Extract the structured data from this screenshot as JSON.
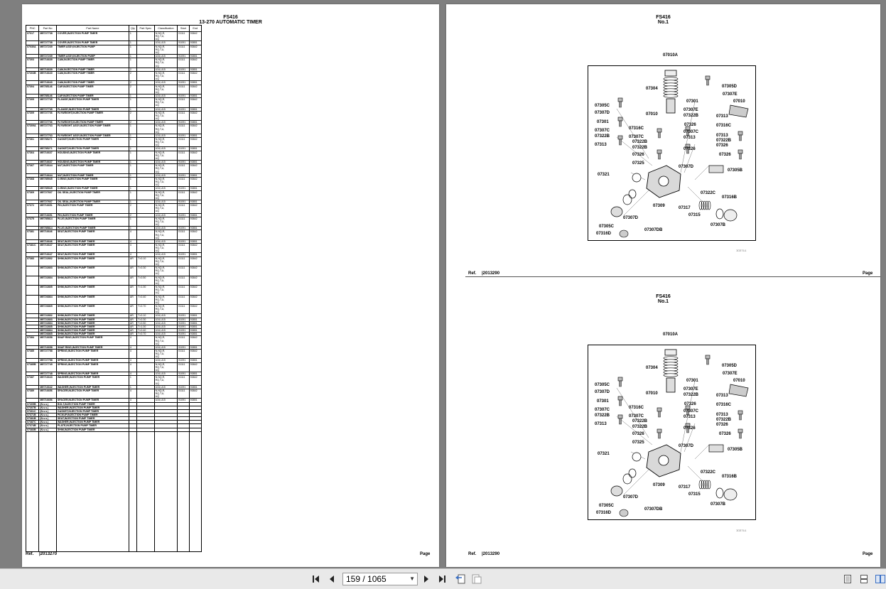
{
  "left_page": {
    "model": "FS416",
    "title": "13-270 AUTOMATIC TIMER",
    "footer_ref_label": "Ref.",
    "footer_ref": "|2013270",
    "footer_page_label": "Page",
    "table": {
      "headers": [
        "PNC",
        "Part No",
        "Part Name",
        "Qty",
        "Part Spec",
        "Classification",
        "Start",
        "End"
      ],
      "rows": [
        [
          "07017",
          "ME727738",
          "COVER,INJECTION PUMP TIMER",
          "1",
          "",
          "N,NQ,R,\nRQ,T,U,\nUQ",
          "01111",
          "93842"
        ],
        [
          "",
          "ME727738",
          "COVER,INJECTION PUMP TIMER",
          "1",
          "",
          "U34,U15",
          "91091",
          "93851"
        ],
        [
          "07030A",
          "ME727239",
          "TIMER ASSY,INJECTION PUMP",
          "1",
          "",
          "N,NQ,R,\nRQ,T,U,\nUQ",
          "01111",
          "93842"
        ],
        [
          "",
          "ME727239",
          "TIMER ASSY,INJECTION PUMP",
          "1",
          "",
          "U34,U15",
          "91091",
          "93851"
        ],
        [
          "07303",
          "ME716639",
          "CAM,INJECTION PUMP TIMER",
          "1",
          "",
          "N,NQ,R,\nRQ,T,U,\nUQ",
          "01111",
          "93842"
        ],
        [
          "",
          "ME716639",
          "CAM,INJECTION PUMP TIMER",
          "2",
          "",
          "U34,U15",
          "91091",
          "93851"
        ],
        [
          "07303B",
          "ME716640",
          "CAM,INJECTION PUMP TIMER",
          "2",
          "",
          "N,NQ,R,\nRQ,T,U,\nUQ",
          "01111",
          "93842"
        ],
        [
          "",
          "ME716640",
          "CAM,INJECTION PUMP TIMER",
          "2",
          "",
          "U34,U15",
          "91091",
          "93851"
        ],
        [
          "07304",
          "ME785146",
          "CAP,INJECTION PUMP TIMER",
          "2",
          "",
          "N,NQ,R,\nRQ,T,U,\nUQ",
          "01111",
          "93842"
        ],
        [
          "",
          "ME785146",
          "CAP,INJECTION PUMP TIMER",
          "1",
          "",
          "U34,U15",
          "91091",
          "93851"
        ],
        [
          "07305",
          "ME727735",
          "FLANGE,INJECTION PUMP TIMER",
          "1",
          "",
          "N,NQ,R,\nRQ,T,U,\nUQ",
          "01111",
          "93842"
        ],
        [
          "",
          "ME727735",
          "FLANGE,INJECTION PUMP TIMER",
          "1",
          "",
          "U34,U15",
          "91091",
          "93851"
        ],
        [
          "07309",
          "ME727736",
          "FLYWEIGHT,INJECTION PUMP TIMER",
          "2",
          "",
          "N,NQ,R,\nRQ,T,U,\nUQ",
          "01111",
          "93842"
        ],
        [
          "",
          "ME727736",
          "FLYWEIGHT,INJECTION PUMP TIMER",
          "2",
          "",
          "U34,U15",
          "91091",
          "93851"
        ],
        [
          "07309A",
          "ME727763",
          "FLYWEIGHT ASSY,INJECTION PUMP TIMER",
          "1",
          "",
          "N,NQ,R,\nRQ,T,U,\nUQ",
          "01111",
          "93842"
        ],
        [
          "",
          "ME727763",
          "FLYWEIGHT ASSY,INJECTION PUMP TIMER",
          "1",
          "",
          "U34,U15",
          "91091",
          "93851"
        ],
        [
          "07361",
          "ME785271",
          "GASKET,INJECTION PUMP TIMER",
          "1",
          "",
          "N,NQ,R,\nRQ,T,U,\nUQ",
          "01111",
          "93842"
        ],
        [
          "",
          "ME785271",
          "GASKET,INJECTION PUMP TIMER",
          "1",
          "",
          "U34,U15",
          "91091",
          "93851"
        ],
        [
          "07364",
          "ME716637",
          "HOUSING,INJECTION PUMP TIMER",
          "1",
          "",
          "N,NQ,R,\nRQ,T,U,\nUQ",
          "01111",
          "93842"
        ],
        [
          "",
          "ME716637",
          "HOUSING,INJECTION PUMP TIMER",
          "1",
          "",
          "U34,U15",
          "91091",
          "93851"
        ],
        [
          "07367",
          "ME716644",
          "NUT,INJECTION PUMP TIMER",
          "1",
          "",
          "N,NQ,R,\nRQ,T,U,\nUQ",
          "01111",
          "93842"
        ],
        [
          "",
          "ME716644",
          "NUT,INJECTION PUMP TIMER",
          "1",
          "",
          "U34,U15",
          "91091",
          "93851"
        ],
        [
          "07368",
          "ME785945",
          "O-RING,INJECTION PUMP TIMER",
          "1",
          "",
          "N,NQ,R,\nRQ,T,U,\nUQ",
          "01111",
          "93842"
        ],
        [
          "",
          "ME785945",
          "O-RING,INJECTION PUMP TIMER",
          "1",
          "",
          "U34,U15",
          "91091",
          "93851"
        ],
        [
          "07369",
          "ME727667",
          "OIL SEAL,INJECTION PUMP TIMER",
          "1",
          "",
          "N,NQ,R,\nRQ,T,U,\nUQ",
          "01111",
          "93842"
        ],
        [
          "",
          "ME727667",
          "OIL SEAL,INJECTION PUMP TIMER",
          "1",
          "",
          "U34,U15",
          "91091",
          "93851"
        ],
        [
          "07372",
          "ME716651",
          "PIN,INJECTION PUMP TIMER",
          "2",
          "",
          "N,NQ,R,\nRQ,T,U,\nUQ",
          "01111",
          "93842"
        ],
        [
          "",
          "ME716651",
          "PIN,INJECTION PUMP TIMER",
          "2",
          "",
          "U34,U15",
          "91091",
          "93851"
        ],
        [
          "07375",
          "ME785814",
          "PLUG,INJECTION PUMP TIMER",
          "1",
          "",
          "N,NQ,R,\nRQ,T,U,\nUQ",
          "01111",
          "93842"
        ],
        [
          "",
          "ME785814",
          "PLUG,INJECTION PUMP TIMER",
          "1",
          "",
          "U34,U15",
          "91091",
          "93851"
        ],
        [
          "07381",
          "ME716646",
          "SEAT,INJECTION PUMP TIMER",
          "4",
          "",
          "N,NQ,R,\nRQ,T,U,\nUQ",
          "01111",
          "93842"
        ],
        [
          "",
          "ME716646",
          "SEAT,INJECTION PUMP TIMER",
          "4",
          "",
          "U34,U15",
          "91091",
          "93851"
        ],
        [
          "07381C",
          "ME716647",
          "SEAT,INJECTION PUMP TIMER",
          "4",
          "",
          "N,NQ,R,\nRQ,T,U,\nUQ",
          "01111",
          "93842"
        ],
        [
          "",
          "ME716647",
          "SEAT,INJECTION PUMP TIMER",
          "4",
          "",
          "U34,U15",
          "91091",
          "93851"
        ],
        [
          "07383",
          "ME722802",
          "SHIM,INJECTION PUMP TIMER",
          "AR",
          "T=0.10",
          "N,NQ,R,\nRQ,T,U,\nUQ",
          "01111",
          "93842"
        ],
        [
          "",
          "ME722803",
          "SHIM,INJECTION PUMP TIMER",
          "AR",
          "T=0.30",
          "N,NQ,R,\nRQ,T,U,\nUQ",
          "01111",
          "93842"
        ],
        [
          "",
          "ME722804",
          "SHIM,INJECTION PUMP TIMER",
          "AR",
          "T=0.50",
          "N,NQ,R,\nRQ,T,U,\nUQ",
          "01111",
          "93842"
        ],
        [
          "",
          "ME722805",
          "SHIM,INJECTION PUMP TIMER",
          "AR",
          "T=1.00",
          "N,NQ,R,\nRQ,T,U,\nUQ",
          "01111",
          "93842"
        ],
        [
          "",
          "ME726864",
          "SHIM,INJECTION PUMP TIMER",
          "AR",
          "T=0.40",
          "N,NQ,R,\nRQ,T,U,\nUQ",
          "01111",
          "93842"
        ],
        [
          "",
          "ME726865",
          "SHIM,INJECTION PUMP TIMER",
          "AR",
          "T=0.70",
          "N,NQ,R,\nRQ,T,U,\nUQ",
          "01111",
          "93842"
        ],
        [
          "",
          "ME722802",
          "SHIM,INJECTION PUMP TIMER",
          "AR",
          "T=0.10",
          "U34,U15",
          "91091",
          "93851"
        ],
        [
          "",
          "ME722803",
          "SHIM,INJECTION PUMP TIMER",
          "AR",
          "T=0.30",
          "U34,U15",
          "91091",
          "93851"
        ],
        [
          "",
          "ME722804",
          "SHIM,INJECTION PUMP TIMER",
          "AR",
          "T=0.50",
          "U34,U15",
          "91091",
          "93851"
        ],
        [
          "",
          "ME722805",
          "SHIM,INJECTION PUMP TIMER",
          "AR",
          "T=1.00",
          "U34,U15",
          "91091",
          "93851"
        ],
        [
          "",
          "ME726864",
          "SHIM,INJECTION PUMP TIMER",
          "AR",
          "T=0.40",
          "U34,U15",
          "91091",
          "93851"
        ],
        [
          "",
          "ME726865",
          "SHIM,INJECTION PUMP TIMER",
          "AR",
          "T=0.70",
          "U34,U15",
          "91091",
          "93851"
        ],
        [
          "07384",
          "ME716658",
          "SNAP RING,INJECTION PUMP TIMER",
          "4",
          "",
          "N,NQ,R,\nRQ,T,U,\nUQ",
          "01111",
          "93842"
        ],
        [
          "",
          "ME716658",
          "SNAP RING,INJECTION PUMP TIMER",
          "4",
          "",
          "U34,U15",
          "91091",
          "93851"
        ],
        [
          "07385",
          "ME727758",
          "SPRING,INJECTION PUMP TIMER",
          "4",
          "",
          "N,NQ,R,\nRQ,T,U,\nUQ",
          "01111",
          "93842"
        ],
        [
          "",
          "ME727758",
          "SPRING,INJECTION PUMP TIMER",
          "4",
          "",
          "U34,U15",
          "91091",
          "93851"
        ],
        [
          "07385B",
          "ME727749",
          "SPRING,INJECTION PUMP TIMER",
          "4",
          "",
          "N,NQ,R,\nRQ,T,U,\nUQ",
          "01111",
          "93842"
        ],
        [
          "",
          "ME727748",
          "SPRING,INJECTION PUMP TIMER",
          "4",
          "",
          "U34,U15",
          "91091",
          "93851"
        ],
        [
          "07387",
          "ME716643",
          "WASHER,INJECTION PUMP TIMER",
          "1",
          "",
          "N,NQ,R,\nRQ,T,U,\nUQ",
          "01111",
          "93842"
        ],
        [
          "",
          "ME716642",
          "WASHER,INJECTION PUMP TIMER",
          "1",
          "",
          "U34,U15",
          "91091",
          "93851"
        ],
        [
          "07389",
          "ME716656",
          "SPACER,INJECTION PUMP TIMER",
          "4",
          "",
          "N,NQ,R,\nRQ,T,U,\nUQ",
          "01111",
          "93842"
        ],
        [
          "",
          "ME716656",
          "SPACER,INJECTION PUMP TIMER",
          "4",
          "",
          "U34,U15",
          "91091",
          "93851"
        ],
        [
          "07305B",
          "(N.s.s.)",
          "BOLT,INJECTION PUMP TIMER",
          "",
          "",
          "",
          "",
          ""
        ],
        [
          "07307B",
          "(N.s.s.)",
          "WASHER,INJECTION PUMP TIMER",
          "",
          "",
          "",
          "",
          ""
        ],
        [
          "07301C",
          "(N.s.s.)",
          "GASKET,INJECTION PUMP TIMER",
          "",
          "",
          "",
          "",
          ""
        ],
        [
          "07371B",
          "(N.s.s.)",
          "PICKUP,INJECTION PUMP TIMER",
          "",
          "",
          "",
          "",
          ""
        ],
        [
          "07381B",
          "(N.s.s.)",
          "SEAT,INJECTION PUMP TIMER",
          "",
          "",
          "",
          "",
          ""
        ],
        [
          "07387C",
          "(N.s.s.)",
          "WASHER,INJECTION PUMP TIMER",
          "",
          "",
          "",
          "",
          ""
        ],
        [
          "07374B",
          "(N.s.s.)",
          "PLATE,INJECTION PUMP TIMER",
          "",
          "",
          "",
          "",
          ""
        ],
        [
          "07383B",
          "(N.s.s.)",
          "SHIM,INJECTION PUMP TIMER",
          "",
          "",
          "",
          "",
          ""
        ]
      ]
    }
  },
  "right_page": {
    "sheets": [
      {
        "model": "FS416",
        "sub": "No.1",
        "footer_ref_label": "Ref.",
        "footer_ref": "|2013290",
        "footer_page_label": "Page",
        "fig_id": "ICE711"
      },
      {
        "model": "FS416",
        "sub": "No.1",
        "footer_ref_label": "Ref.",
        "footer_ref": "|2013290",
        "footer_page_label": "Page",
        "fig_id": "ICE711"
      }
    ],
    "callout_above": "07010A",
    "callouts": [
      "07304",
      "07305D",
      "07307E",
      "07301",
      "07010",
      "07305C",
      "07307E",
      "07307D",
      "07322B",
      "07313",
      "07010",
      "07301",
      "07326",
      "07316C",
      "07316C",
      "07307C",
      "07307C",
      "07307C",
      "07313",
      "07313",
      "07322B",
      "07322B",
      "07322B",
      "07313",
      "07326",
      "07322B",
      "07326",
      "07326",
      "07326",
      "07325",
      "07307D",
      "07305B",
      "07321",
      "07322C",
      "07316B",
      "07309",
      "07317",
      "07315",
      "07307D",
      "07307B",
      "07305C",
      "07316D",
      "07307DB"
    ]
  },
  "toolbar": {
    "page_value": "159 / 1065",
    "first_icon": "first-page-icon",
    "prev_icon": "prev-page-icon",
    "next_icon": "next-page-icon",
    "last_icon": "last-page-icon",
    "back_icon": "history-back-icon",
    "forward_icon": "history-forward-icon",
    "view_icons": [
      "single-page-view-icon",
      "continuous-view-icon",
      "two-page-view-icon"
    ]
  }
}
